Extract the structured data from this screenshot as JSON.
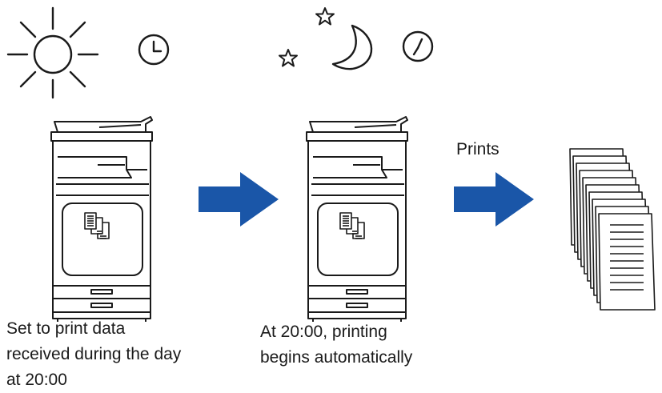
{
  "labels": {
    "prints": "Prints"
  },
  "captions": {
    "step1": [
      "Set to print data",
      "received during the day",
      "at 20:00"
    ],
    "step2": [
      "At 20:00, printing",
      "begins automatically"
    ]
  },
  "icons": {
    "daytime": "sun-icon",
    "night": "moon-icon",
    "stars": "star-icon",
    "time": "clock-icon",
    "device": "printer-icon",
    "flow": "arrow-right-icon",
    "output": "paper-stack-icon"
  },
  "colors": {
    "arrow": "#1a56a8",
    "line": "#1a1a1a"
  }
}
